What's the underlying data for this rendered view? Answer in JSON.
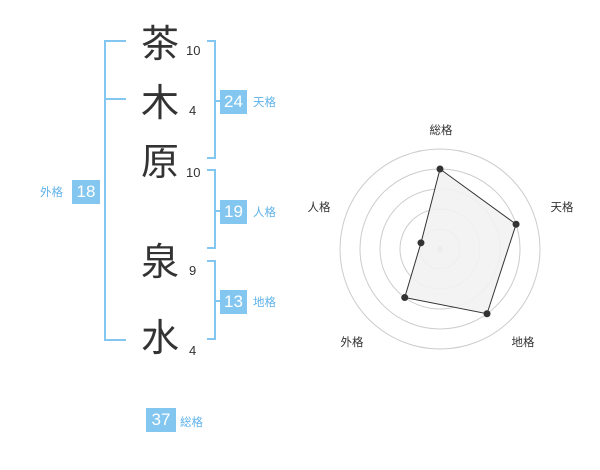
{
  "name_chars": [
    {
      "char": "茶",
      "strokes": "10"
    },
    {
      "char": "木",
      "strokes": "4"
    },
    {
      "char": "原",
      "strokes": "10"
    },
    {
      "char": "泉",
      "strokes": "9"
    },
    {
      "char": "水",
      "strokes": "4"
    }
  ],
  "kaku": {
    "tenkaku": {
      "value": "24",
      "label": "天格"
    },
    "jinkaku": {
      "value": "19",
      "label": "人格"
    },
    "chikaku": {
      "value": "13",
      "label": "地格"
    },
    "gaikaku": {
      "value": "18",
      "label": "外格"
    },
    "soukaku": {
      "value": "37",
      "label": "総格"
    }
  },
  "colors": {
    "accent": "#83c7f0",
    "label_text": "#5fb2ea",
    "radar_fill": "#f2f2f2",
    "radar_line": "#333333",
    "grid": "#cccccc"
  },
  "chart_data": {
    "type": "radar",
    "axes": [
      "総格",
      "天格",
      "地格",
      "外格",
      "人格"
    ],
    "values": [
      4,
      4,
      4,
      3,
      1
    ],
    "max": 5,
    "rings": 5
  }
}
